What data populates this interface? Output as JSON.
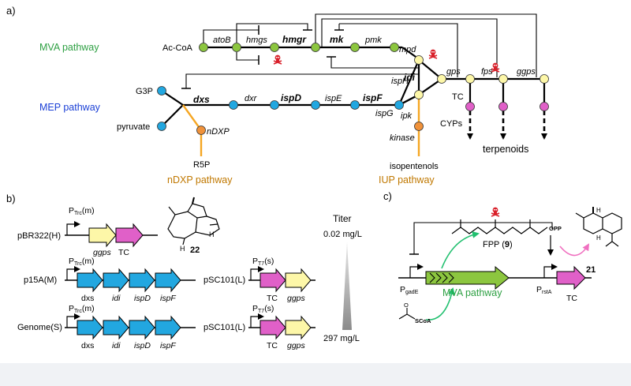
{
  "panel_a": {
    "label": "a)",
    "pathways": {
      "mva": "MVA pathway",
      "mep": "MEP pathway",
      "ndxp": "nDXP pathway",
      "iup": "IUP pathway"
    },
    "metabolites": {
      "acetyl_coa": "Ac-CoA",
      "g3p": "G3P",
      "pyruvate": "pyruvate",
      "r5p": "R5P",
      "isopentenols": "isopentenols",
      "terpenoids": "terpenoids",
      "tc": "TC",
      "cyps": "CYPs"
    },
    "genes": {
      "atob": "atoB",
      "hmgs": "hmgs",
      "hmgr": "hmgr",
      "mk": "mk",
      "pmk": "pmk",
      "mpd": "mpd",
      "dxs": "dxs",
      "dxr": "dxr",
      "ispd": "ispD",
      "ispe": "ispE",
      "ispf": "ispF",
      "ispg": "ispG",
      "isph": "ispH",
      "idi": "idi",
      "ipk": "ipk",
      "kinase": "kinase",
      "ndxp": "nDXP",
      "gps": "gps",
      "fps": "fps",
      "ggps": "ggps"
    },
    "colors": {
      "mva": "#2ea043",
      "mep": "#1a3fd6",
      "side": "#c07800",
      "mva_node": "#8cc63f",
      "mep_node": "#22a7e0",
      "prenyl_node": "#fdf7a8",
      "tc_node": "#e060c8",
      "orange_node": "#f0923a",
      "toxic": "#d9202a"
    }
  },
  "panel_b": {
    "label": "b)",
    "plasmids": [
      "pBR322(H)",
      "p15A(M)",
      "Genome(S)",
      "pSC101(L)",
      "pSC101(L)"
    ],
    "promoter_trc_prefix": "P",
    "promoter_trc_sub": "Trc",
    "promoter_trc_suffix": "(m)",
    "promoter_t7_prefix": "P",
    "promoter_t7_sub": "T7",
    "promoter_t7_suffix": "(s)",
    "genes_row1": [
      "ggps",
      "TC"
    ],
    "genes_mep": [
      "dxs",
      "idi",
      "ispD",
      "ispF"
    ],
    "genes_row_right": [
      "TC",
      "ggps"
    ],
    "compound_number": "22",
    "titer_label": "Titer",
    "titer_low": "0.02 mg/L",
    "titer_high": "297 mg/L"
  },
  "panel_c": {
    "label": "c)",
    "fpp_label": "FPP (",
    "fpp_number": "9",
    "fpp_close": ")",
    "opp": "OPP",
    "scoa": "SCoA",
    "mva_pathway": "MVA pathway",
    "promoter_gade_prefix": "P",
    "promoter_gade_sub": "gadE",
    "promoter_rsta_prefix": "P",
    "promoter_rsta_sub": "rstA",
    "tc": "TC",
    "compound_number": "21",
    "atom_o": "O",
    "atom_h": "H"
  }
}
